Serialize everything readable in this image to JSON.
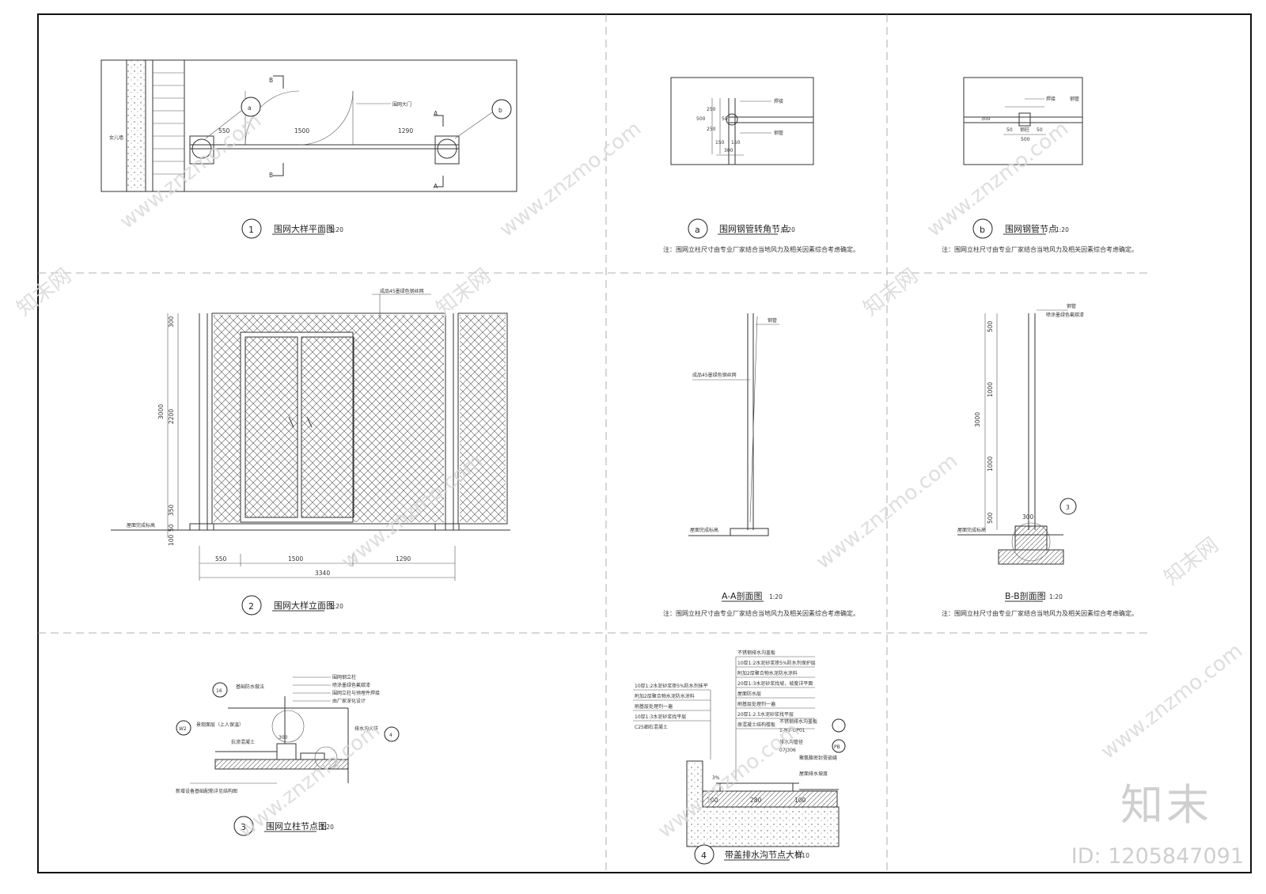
{
  "watermark": {
    "site": "www.znzmo.com",
    "cn": "知末网",
    "brand": "知末",
    "id": "ID: 1205847091"
  },
  "d1": {
    "title": "围网大样平面图",
    "scale": "1:20",
    "num": "1",
    "wall_label": "女儿墙",
    "gate_label": "围网大门",
    "dims": [
      "550",
      "1500",
      "1290"
    ],
    "sec_a": "A",
    "sec_b": "B",
    "ref_a": "a",
    "ref_b": "b"
  },
  "da": {
    "title": "围网钢管转角节点",
    "scale": "1:20",
    "num": "a",
    "note": "注：围网立柱尺寸由专业厂家结合当地风力及相关因素综合考虑确定。",
    "labels": [
      "焊接",
      "钢管"
    ],
    "dims_v": [
      "250",
      "250",
      "500",
      "50"
    ],
    "dims_h": [
      "150",
      "150",
      "300"
    ]
  },
  "db": {
    "title": "围网钢管节点",
    "scale": "1:20",
    "num": "b",
    "note": "注：围网立柱尺寸由专业厂家结合当地风力及相关因素综合考虑确定。",
    "labels": [
      "焊接",
      "钢管"
    ],
    "dims": [
      "300",
      "50",
      "钢柱",
      "50",
      "500"
    ]
  },
  "d2": {
    "title": "围网大样立面图",
    "scale": "1:20",
    "num": "2",
    "mesh_label": "成品45墨绿色钢丝网",
    "ground_label": "屋面完成标高",
    "dims_h": [
      "550",
      "1500",
      "1290"
    ],
    "total": "3340",
    "dims_v": [
      "300",
      "2200",
      "350",
      "50",
      "100"
    ],
    "height": "3000"
  },
  "dAA": {
    "title": "A-A剖面图",
    "scale": "1:20",
    "note": "注：围网立柱尺寸由专业厂家结合当地风力及相关因素综合考虑确定。",
    "labels": [
      "钢管",
      "成品45墨绿色钢丝网",
      "屋面完成标高"
    ]
  },
  "dBB": {
    "title": "B-B剖面图",
    "scale": "1:20",
    "note": "注：围网立柱尺寸由专业厂家结合当地风力及相关因素综合考虑确定。",
    "labels": [
      "钢管",
      "喷涂墨绿色氟碳漆",
      "屋面完成标高"
    ],
    "dims": [
      "500",
      "1000",
      "1000",
      "500"
    ],
    "height": "3000",
    "base": "300",
    "ref": "3"
  },
  "d3": {
    "title": "围网立柱节点图",
    "scale": "1:20",
    "num": "3",
    "labels": [
      "围网钢立柱",
      "喷涂墨绿色氟碳漆",
      "围网立柱与预埋件焊接",
      "由厂家深化设计",
      "基础防水做法",
      "景观面层（上人保温）",
      "抗渗混凝土",
      "新增设备基础配筋详见结构图",
      "排水沟大样"
    ],
    "refs": [
      "16",
      "W2",
      "4"
    ],
    "dim": "300"
  },
  "d4": {
    "title": "带盖排水沟节点大样",
    "scale": "1:10",
    "num": "4",
    "labels_r": [
      "不锈钢排水沟盖板",
      "10厚1:2水泥砂浆掺5%防水剂保护层",
      "附加2厚聚合物水泥防水涂料",
      "20厚1:3水泥砂浆找坡，坡度详平面",
      "屋面防水层",
      "刷基层处理剂一遍",
      "20厚1:2.5水泥砂浆找平层",
      "原混凝土结构楼板"
    ],
    "labels_l": [
      "10厚1:2水泥砂浆掺5%防水剂抹平",
      "附加2厚聚合物水泥防水涂料",
      "刷基层处理剂一遍",
      "10厚1:3水泥砂浆找平层",
      "C25细石混凝土"
    ],
    "labels_m": [
      "不锈钢排水沟盖板",
      "排水沟管径",
      "聚氨酯密封膏嵌缝",
      "屋面排水坡度"
    ],
    "refs": [
      "1-N2-GP01",
      "07J306",
      "PB"
    ],
    "dims": [
      "100",
      "280",
      "100"
    ],
    "slope": "3%"
  }
}
